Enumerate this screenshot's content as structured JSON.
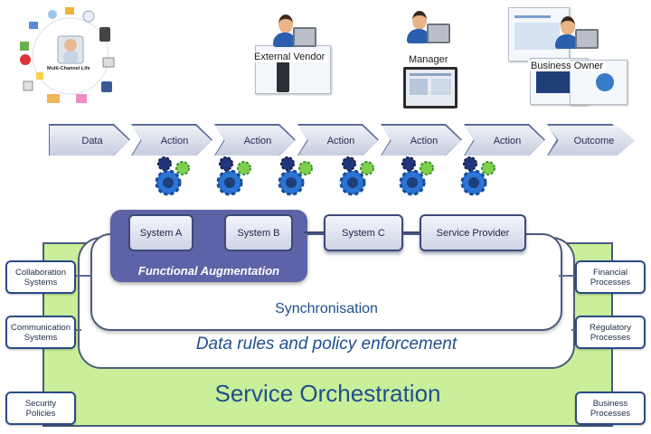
{
  "roles": {
    "multi_channel": "Multi-Channel Life",
    "external_vendor": "External Vendor",
    "manager": "Manager",
    "business_owner": "Business Owner"
  },
  "process_steps": [
    "Data",
    "Action",
    "Action",
    "Action",
    "Action",
    "Action",
    "Outcome"
  ],
  "systems": {
    "system_a": "System A",
    "system_b": "System B",
    "system_c": "System C",
    "service_provider": "Service Provider"
  },
  "layers": {
    "functional_augmentation": "Functional Augmentation",
    "synchronisation": "Synchronisation",
    "data_rules": "Data rules and policy enforcement",
    "service_orchestration": "Service Orchestration"
  },
  "left_boxes": [
    {
      "line1": "Collaboration",
      "line2": "Systems"
    },
    {
      "line1": "Communication",
      "line2": "Systems"
    },
    {
      "line1": "Security",
      "line2": "Policies"
    }
  ],
  "right_boxes": [
    {
      "line1": "Financial",
      "line2": "Processes"
    },
    {
      "line1": "Regulatory",
      "line2": "Processes"
    },
    {
      "line1": "Business",
      "line2": "Processes"
    }
  ],
  "colors": {
    "base_green": "#c9ef9a",
    "functional_purple": "#5e62a6",
    "outline_navy": "#4b5b7a",
    "text_blue": "#1f4f8f"
  }
}
